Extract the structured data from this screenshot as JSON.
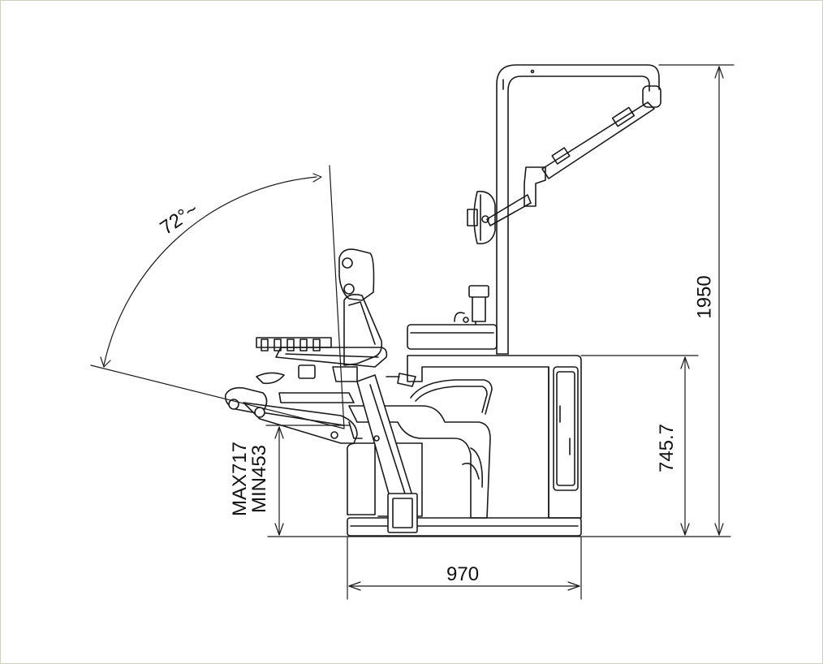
{
  "dimensions": {
    "angle": "72°~",
    "total_height": "1950",
    "unit_height": "745.7",
    "width": "970",
    "seat_max": "MAX717",
    "seat_min": "MIN453"
  },
  "colors": {
    "line": "#1a1a1a",
    "fill": "#ffffff",
    "frame": "#cfcfc0"
  }
}
